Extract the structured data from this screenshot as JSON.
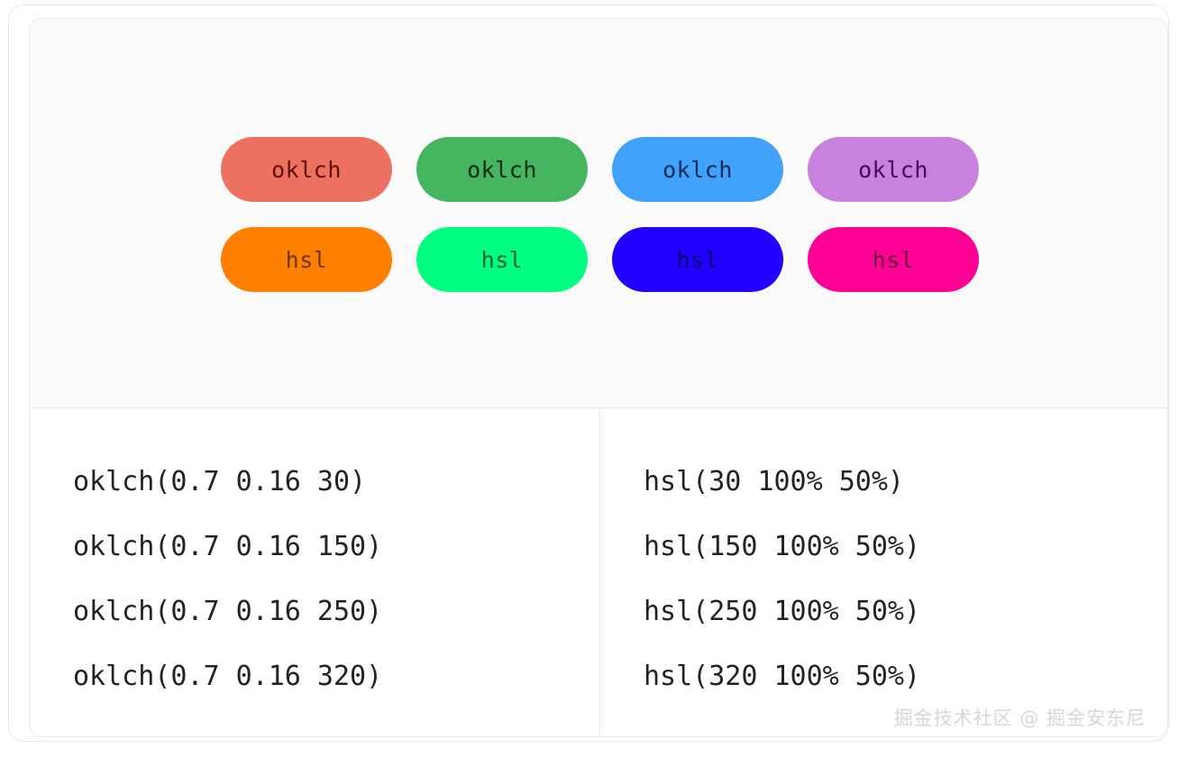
{
  "card": {
    "background": "#ffffff",
    "border_color": "#e9eaec",
    "preview_background": "#fbfbfb"
  },
  "preview": {
    "swatches": [
      {
        "label": "oklch",
        "row": "oklch",
        "background": "#ed7161",
        "text_color": "#5c1208",
        "notation": "oklch(0.7 0.16 30)"
      },
      {
        "label": "oklch",
        "row": "oklch",
        "background": "#45b560",
        "text_color": "#062b0f",
        "notation": "oklch(0.7 0.16 150)"
      },
      {
        "label": "oklch",
        "row": "oklch",
        "background": "#41a2fb",
        "text_color": "#0a2b53",
        "notation": "oklch(0.7 0.16 250)"
      },
      {
        "label": "oklch",
        "row": "oklch",
        "background": "#c881dd",
        "text_color": "#420857",
        "notation": "oklch(0.7 0.16 320)"
      },
      {
        "label": "hsl",
        "row": "hsl",
        "background": "#ff8000",
        "text_color": "#6d3500",
        "notation": "hsl(30 100% 50%)"
      },
      {
        "label": "hsl",
        "row": "hsl",
        "background": "#00ff80",
        "text_color": "#00622f",
        "notation": "hsl(150 100% 50%)"
      },
      {
        "label": "hsl",
        "row": "hsl",
        "background": "#2200ff",
        "text_color": "#0c0066",
        "notation": "hsl(250 100% 50%)"
      },
      {
        "label": "hsl",
        "row": "hsl",
        "background": "#ff0095",
        "text_color": "#62003a",
        "notation": "hsl(320 100% 50%)"
      }
    ]
  },
  "code": {
    "left_column": [
      "oklch(0.7 0.16 30)",
      "oklch(0.7 0.16 150)",
      "oklch(0.7 0.16 250)",
      "oklch(0.7 0.16 320)"
    ],
    "right_column": [
      "hsl(30 100% 50%)",
      "hsl(150 100% 50%)",
      "hsl(250 100% 50%)",
      "hsl(320 100% 50%)"
    ]
  },
  "watermark": {
    "text": "掘金技术社区 @ 掘金安东尼"
  }
}
